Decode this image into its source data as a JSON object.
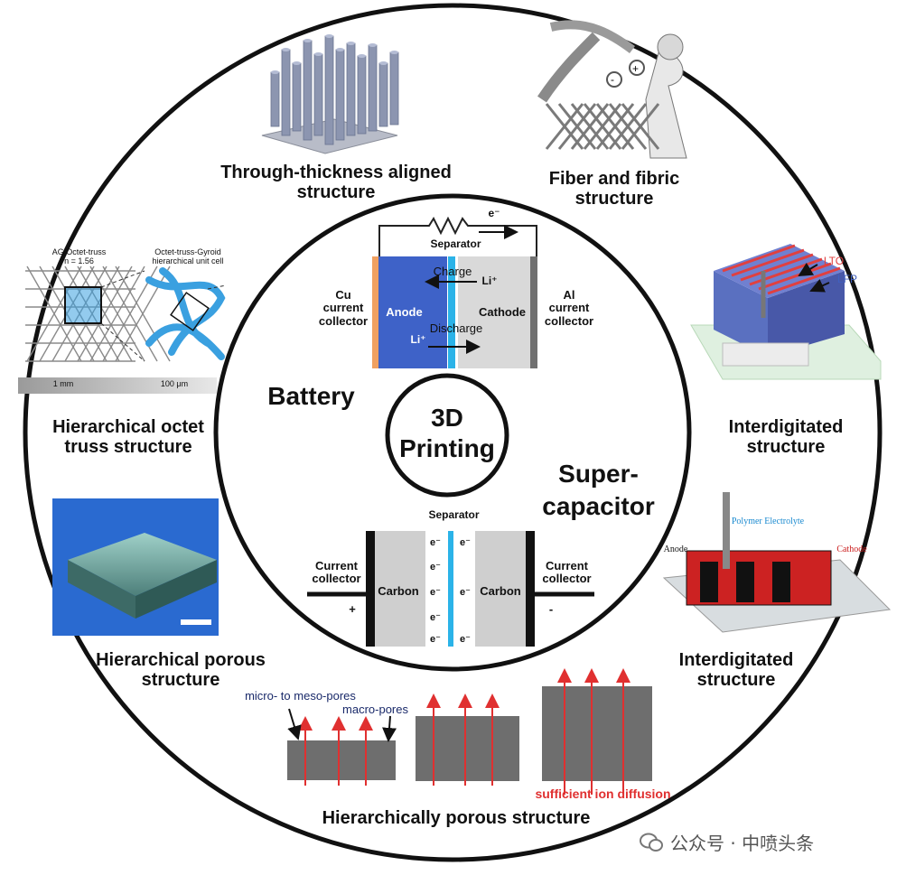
{
  "center": {
    "line1": "3D",
    "line2": "Printing"
  },
  "sections": {
    "battery": "Battery",
    "supercapacitor": "Super-\ncapacitor"
  },
  "battery_diagram": {
    "electron": "e⁻",
    "separator": "Separator",
    "anode": "Anode",
    "cathode": "Cathode",
    "charge": "Charge",
    "discharge": "Discharge",
    "li_ion": "Li⁺",
    "cu_collector": "Cu\ncurrent\ncollector",
    "al_collector": "Al\ncurrent\ncollector"
  },
  "supercap_diagram": {
    "separator": "Separator",
    "carbon": "Carbon",
    "electron": "e⁻",
    "left_collector": "Current\ncollector",
    "right_collector": "Current\ncollector",
    "plus": "+",
    "minus": "-"
  },
  "structures": {
    "through_thickness": "Through-thickness aligned\nstructure",
    "fiber": "Fiber and fibric\nstructure",
    "octet": "Hierarchical octet\ntruss structure",
    "interdigitated_top": "Interdigitated\nstructure",
    "hier_porous": "Hierarchical porous\nstructure",
    "interdigitated_bottom": "Interdigitated\nstructure",
    "hierarchically_porous": "Hierarchically porous structure"
  },
  "octet_figure": {
    "left_title": "AG Octet-truss\nn = 1.56",
    "right_title": "Octet-truss-Gyroid\nhierarchical unit cell",
    "scale_left": "1 mm",
    "scale_right": "100 μm"
  },
  "interdigitated_figure": {
    "lto": "LTO",
    "lfp": "LFP"
  },
  "supercap_figure": {
    "polymer": "Polymer Electrolyte",
    "anode": "Anode",
    "cathode": "Cathode"
  },
  "porous_figure": {
    "micro": "micro- to meso-pores",
    "macro": "macro-pores",
    "diffusion": "sufficient ion diffusion"
  },
  "watermark": "公众号 · 中喷头条",
  "colors": {
    "anode": "#3e62c8",
    "cathode": "#d9d9d9",
    "separator": "#2bb3e8",
    "cu": "#f0a060",
    "al": "#707070",
    "carbon": "#cfcfcf",
    "arrow_red": "#e03030",
    "lto": "#e04040",
    "lfp": "#4060c0",
    "octet_blue": "#3aa0e0"
  }
}
